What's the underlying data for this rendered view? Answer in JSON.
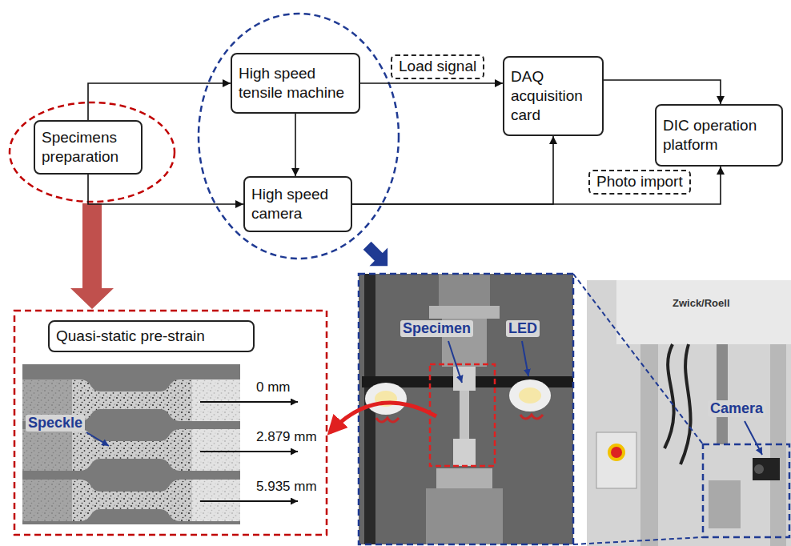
{
  "diagram": {
    "nodes": [
      {
        "text": [
          "Specimens preparation"
        ]
      },
      {
        "text": [
          "High speed tensile machine"
        ]
      },
      {
        "text": [
          "High speed camera"
        ]
      },
      {
        "text": [
          "DAQ acquisition card"
        ]
      },
      {
        "text": [
          "DIC operation platform"
        ]
      },
      {
        "text": [
          "Quasi-static pre-strain"
        ]
      }
    ],
    "edges": [
      {
        "from": 0,
        "to": 1,
        "arrow": "to"
      },
      {
        "from": 0,
        "to": 2,
        "arrow": "to"
      },
      {
        "from": 1,
        "to": 2,
        "arrow": "to"
      },
      {
        "from": 1,
        "to": 3,
        "arrow": "to",
        "label": "Load signal"
      },
      {
        "from": 2,
        "to": 3,
        "arrow": "to"
      },
      {
        "from": 2,
        "to": 4,
        "arrow": "to",
        "label": "Photo import"
      },
      {
        "from": 3,
        "to": 4,
        "arrow": "to"
      }
    ],
    "labels": [
      "Speckle",
      "0 mm",
      "2.879 mm",
      "5.935 mm",
      "Specimen",
      "LED",
      "Zwick/Roell",
      "Camera"
    ]
  }
}
